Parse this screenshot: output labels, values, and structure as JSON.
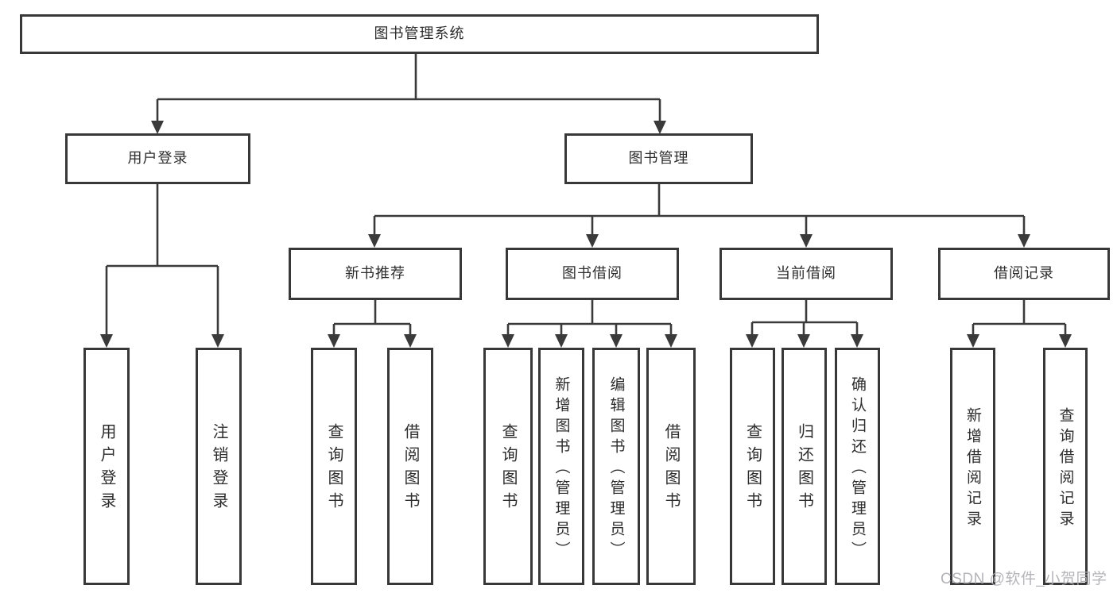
{
  "colors": {
    "line": "#3a3a3a",
    "border": "#383838",
    "text": "#2d2d2d",
    "background": "#ffffff",
    "watermark": "#aeaeb4"
  },
  "watermark": {
    "text": "CSDN @软件_小贺同学"
  },
  "tree": {
    "root": {
      "label": "图书管理系统"
    },
    "branches": [
      {
        "label": "用户登录",
        "children": [
          {
            "label": "用户登录"
          },
          {
            "label": "注销登录"
          }
        ]
      },
      {
        "label": "图书管理",
        "children": [
          {
            "label": "新书推荐",
            "children": [
              {
                "label": "查询图书"
              },
              {
                "label": "借阅图书"
              }
            ]
          },
          {
            "label": "图书借阅",
            "children": [
              {
                "label": "查询图书"
              },
              {
                "label": "新增图书（管理员）"
              },
              {
                "label": "编辑图书（管理员）"
              },
              {
                "label": "借阅图书"
              }
            ]
          },
          {
            "label": "当前借阅",
            "children": [
              {
                "label": "查询图书"
              },
              {
                "label": "归还图书"
              },
              {
                "label": "确认归还（管理员）"
              }
            ]
          },
          {
            "label": "借阅记录",
            "children": [
              {
                "label": "新增借阅记录"
              },
              {
                "label": "查询借阅记录"
              }
            ]
          }
        ]
      }
    ]
  }
}
